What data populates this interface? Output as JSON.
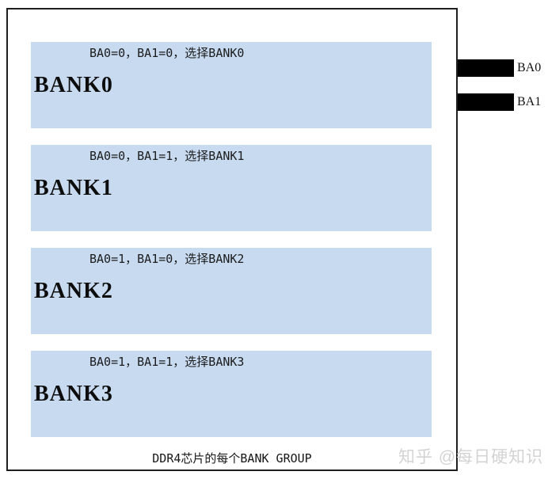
{
  "diagram": {
    "caption": "DDR4芯片的每个BANK GROUP",
    "banks": [
      {
        "label": "BANK0",
        "condition": "BA0=0，BA1=0，选择BANK0"
      },
      {
        "label": "BANK1",
        "condition": "BA0=0，BA1=1，选择BANK1"
      },
      {
        "label": "BANK2",
        "condition": "BA0=1，BA1=0，选择BANK2"
      },
      {
        "label": "BANK3",
        "condition": "BA0=1，BA1=1，选择BANK3"
      }
    ],
    "pins": [
      {
        "label": "BA0"
      },
      {
        "label": "BA1"
      }
    ],
    "colors": {
      "bank_fill": "#c7daf0",
      "pin_fill": "#000000",
      "border": "#1f1f1f",
      "watermark": "#d3d3d3"
    }
  },
  "watermark": {
    "text": "知乎 @每日硬知识"
  }
}
